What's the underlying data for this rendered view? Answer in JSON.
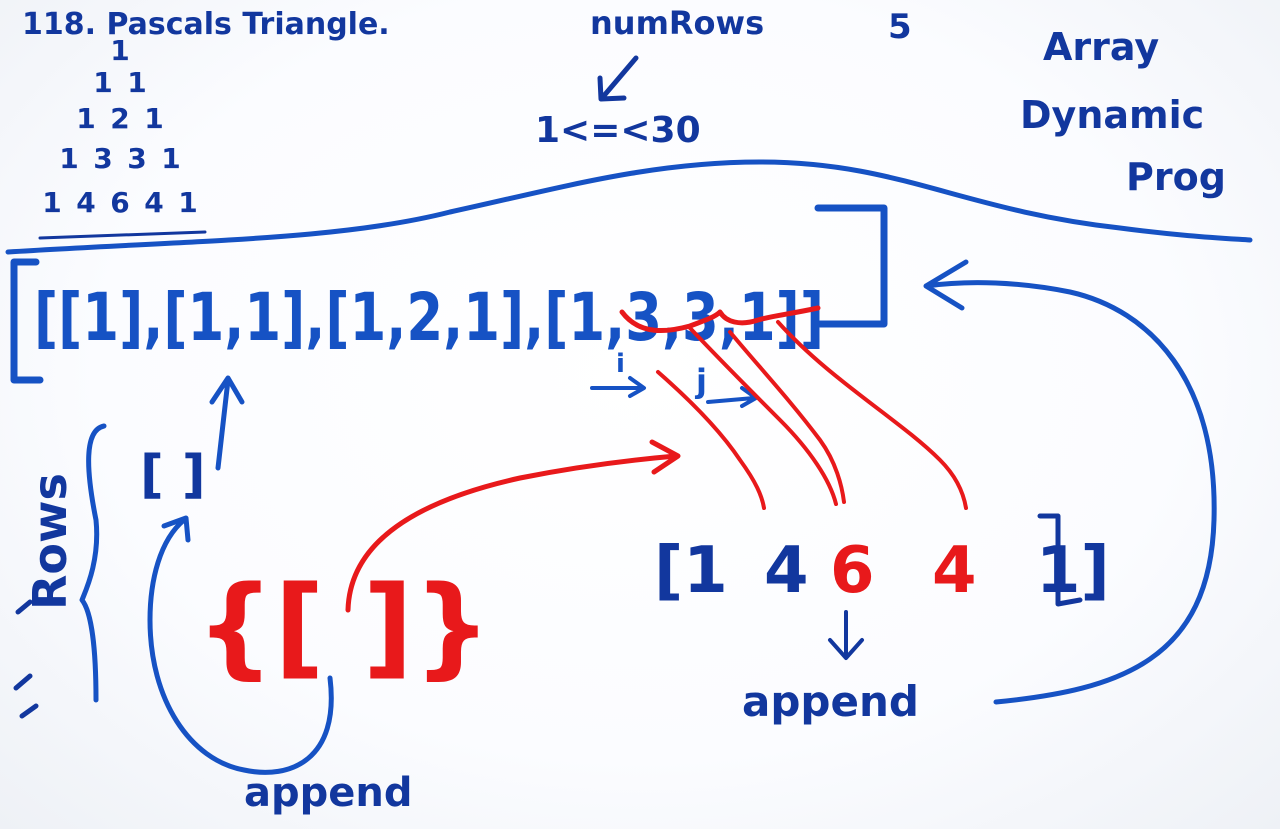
{
  "title": "118. Pascals Triangle.",
  "input": {
    "label": "numRows",
    "value": "5",
    "constraint": "1<=<30"
  },
  "tags": [
    "Array",
    "Dynamic",
    "Prog"
  ],
  "triangle_rows": [
    [
      "1"
    ],
    [
      "1",
      "1"
    ],
    [
      "1",
      "2",
      "1"
    ],
    [
      "1",
      "3",
      "3",
      "1"
    ],
    [
      "1",
      "4",
      "6",
      "4",
      "1"
    ]
  ],
  "result_label": "[[1],[1,1],[1,2,1],[1,3,3,1]]",
  "result": [
    [
      "1"
    ],
    [
      "1",
      "1"
    ],
    [
      "1",
      "2",
      "1"
    ],
    [
      "1",
      "3",
      "3",
      "1"
    ]
  ],
  "pointers": {
    "i": "i",
    "j": "j"
  },
  "rows_label": "Rows",
  "row_placeholder": "[   ]",
  "temp_placeholder": "{[  ]}",
  "new_row": [
    "[1",
    "4",
    "6",
    "4",
    "1]"
  ],
  "append_labels": [
    "append",
    "append"
  ]
}
